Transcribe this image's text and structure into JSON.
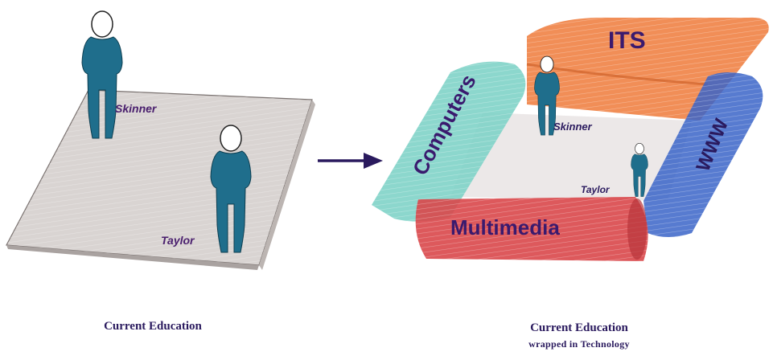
{
  "left_scene": {
    "person_top_label": "Skinner",
    "person_bottom_label": "Taylor",
    "caption": "Current Education"
  },
  "right_scene": {
    "bands": {
      "top": "ITS",
      "left": "Computers",
      "right": "WWW",
      "bottom": "Multimedia"
    },
    "person_top_label": "Skinner",
    "person_bottom_label": "Taylor",
    "caption_line1": "Current Education",
    "caption_line2": "wrapped in Technology"
  },
  "colors": {
    "person": "#1f6e8c",
    "label": "#4a1f6e",
    "slab": "#d9d4d2",
    "its": "#ee7a3a",
    "computers": "#7fd3c8",
    "www": "#3a64c8",
    "multimedia": "#d9474a",
    "arrow": "#2a1a5e"
  },
  "icons": [
    "person-figure",
    "arrow-right"
  ]
}
